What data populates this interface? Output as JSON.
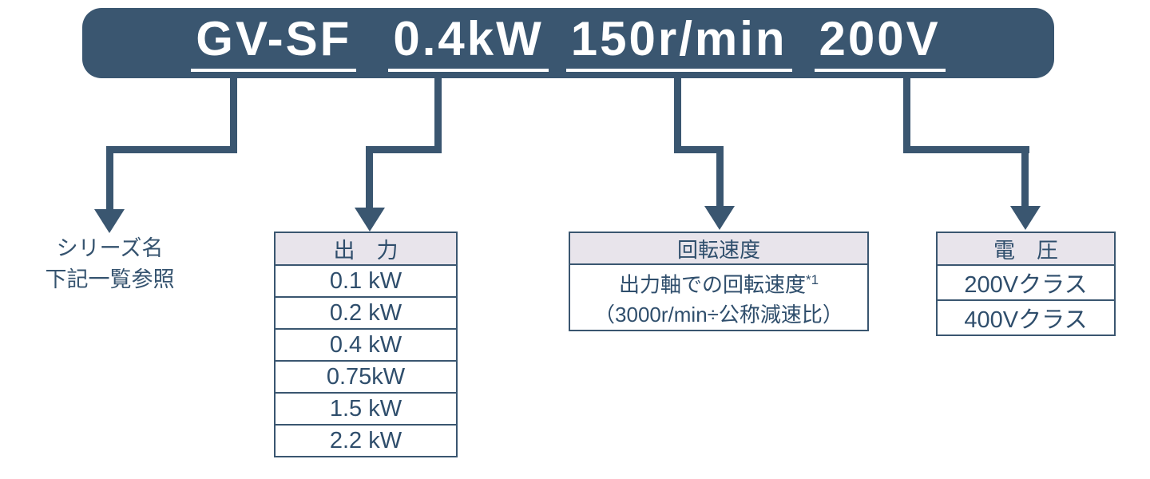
{
  "colors": {
    "navy": "#3A5670",
    "header_bg": "#E8E4EB",
    "text_navy": "#2F4E6C",
    "banner_text": "#FFFFFF"
  },
  "banner": {
    "segments": [
      "GV-SF",
      "0.4kW",
      "150r/min",
      "200V"
    ]
  },
  "series_label": {
    "line1": "シリーズ名",
    "line2": "下記一覧参照"
  },
  "output": {
    "header": "出　力",
    "rows": [
      "0.1 kW",
      "0.2 kW",
      "0.4 kW",
      "0.75kW",
      "1.5 kW",
      "2.2 kW"
    ]
  },
  "speed": {
    "header": "回転速度",
    "desc_line1": "出力軸での回転速度",
    "desc_note": "*1",
    "desc_line2": "（3000r/min÷公称減速比）"
  },
  "voltage": {
    "header": "電　圧",
    "rows": [
      "200Vクラス",
      "400Vクラス"
    ]
  }
}
